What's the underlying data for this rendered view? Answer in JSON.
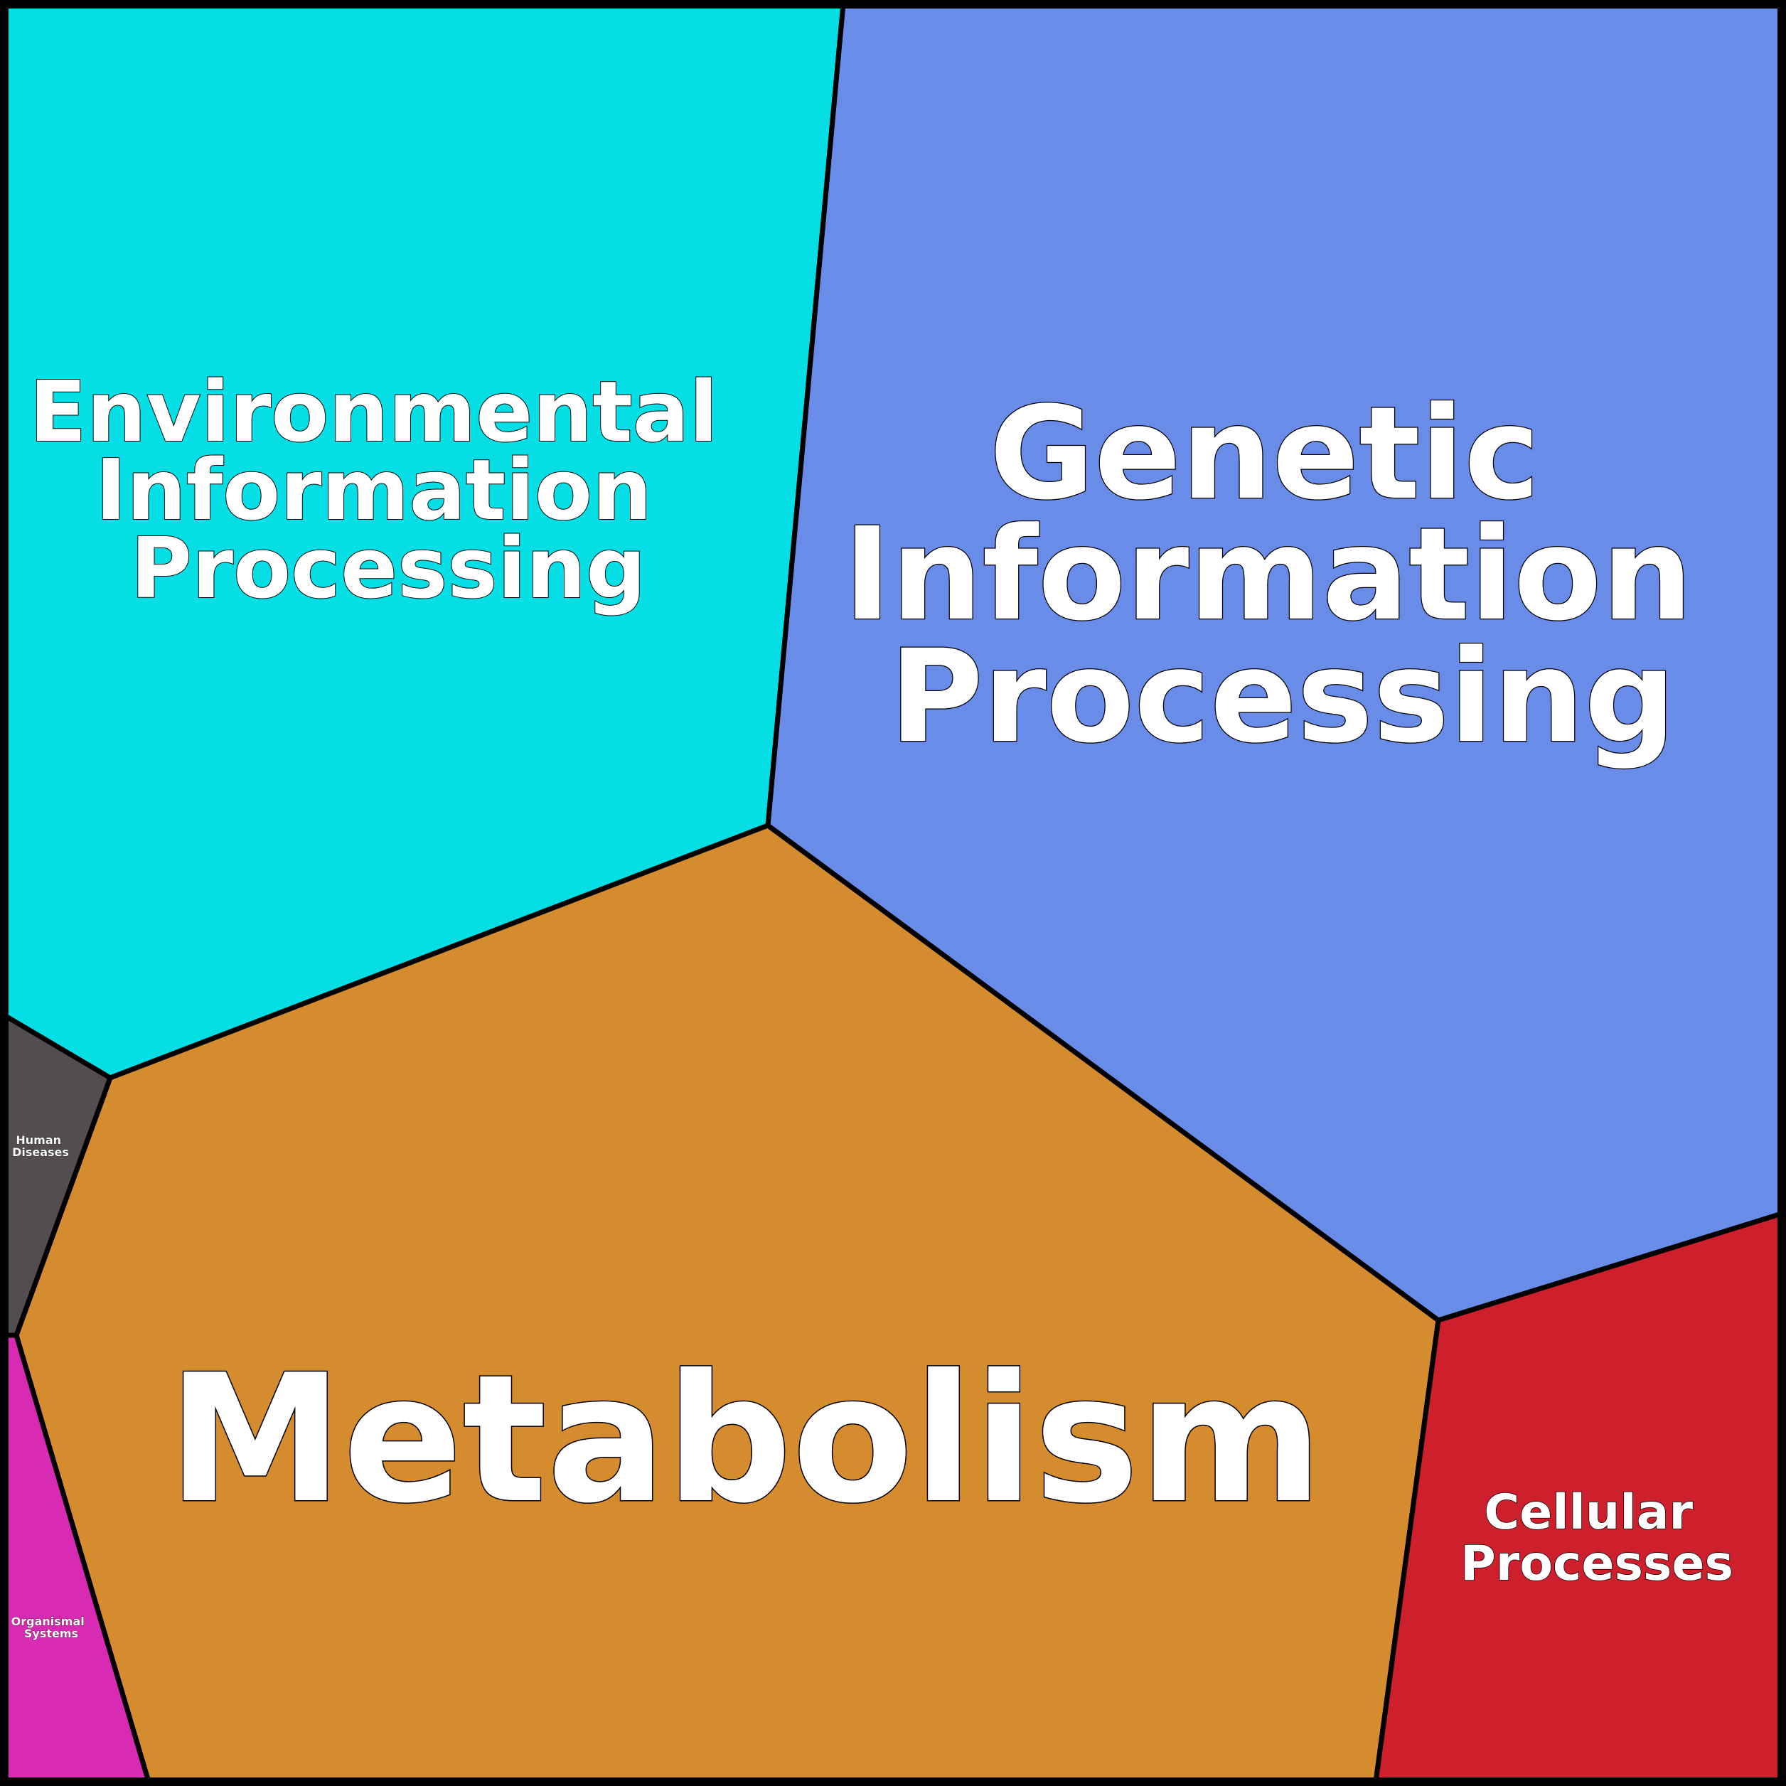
{
  "diagram": {
    "type": "voronoi-treemap",
    "regions": [
      {
        "key": "environmental",
        "lines": [
          "Environmental",
          "Information",
          "Processing"
        ],
        "color": "#05DEE4"
      },
      {
        "key": "genetic",
        "lines": [
          "Genetic",
          "Information",
          "Processing"
        ],
        "color": "#688CE8"
      },
      {
        "key": "metabolism",
        "lines": [
          "Metabolism"
        ],
        "color": "#D48C2F"
      },
      {
        "key": "cellular",
        "lines": [
          "Cellular",
          "Processes"
        ],
        "color": "#CE1F2C"
      },
      {
        "key": "human",
        "lines": [
          "Human",
          "Diseases"
        ],
        "color": "#534C50"
      },
      {
        "key": "organismal",
        "lines": [
          "Organismal",
          "Systems"
        ],
        "color": "#D82BB3"
      }
    ]
  }
}
